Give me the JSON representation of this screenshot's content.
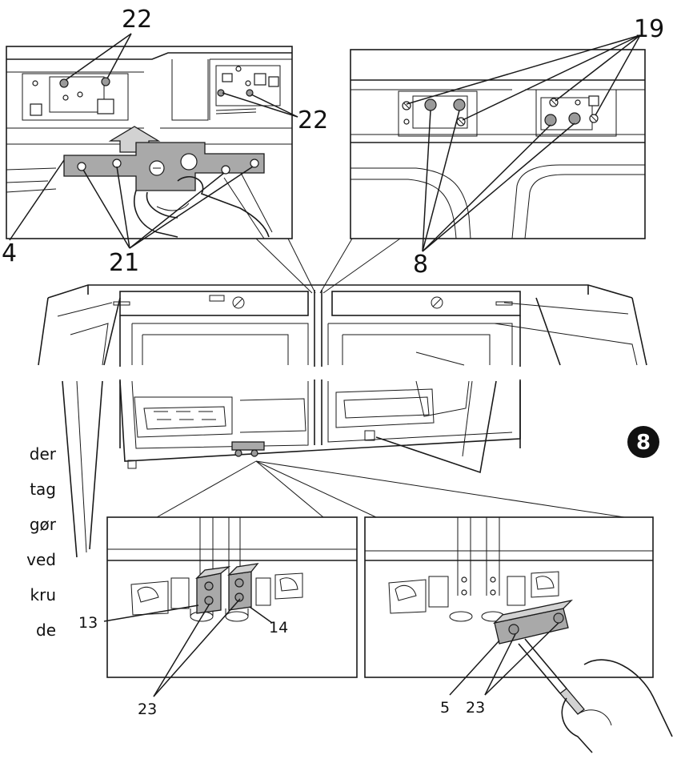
{
  "step_badge": "8",
  "side_text_lines": [
    "der",
    "tag",
    "gør",
    "ved",
    "kru",
    "de"
  ],
  "callouts": {
    "top_left_screws": "22",
    "top_left_screws_right": "22",
    "top_left_plate": "4",
    "top_left_plate_holes": "21",
    "top_right_screws": "19",
    "top_right_bolts": "8",
    "bottom_left_bracket_left": "13",
    "bottom_left_bracket_right": "14",
    "bottom_left_screws": "23",
    "bottom_right_cover": "5",
    "bottom_right_screws": "23"
  },
  "colors": {
    "line": "#1a1a1a",
    "metal": "#a9a9a9",
    "badge": "#111111"
  }
}
